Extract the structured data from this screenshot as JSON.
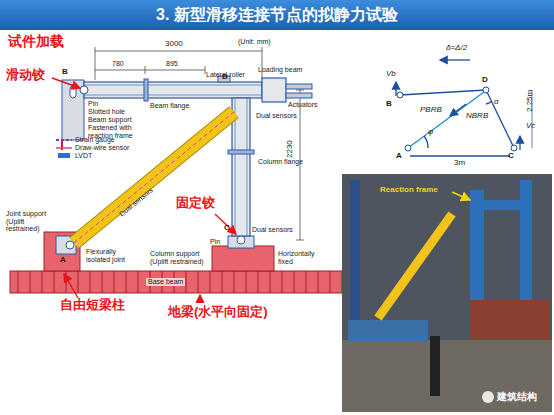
{
  "diagram": {
    "title": "3. 新型滑移连接节点的拟静力试验",
    "labels": [
      "试件加载",
      "(Unit: mm)",
      "3000",
      "780",
      "895",
      "Lateral roller",
      "Loading beam",
      "Actuators",
      "D",
      "滑动铰",
      "B",
      "Pin",
      "Slotted hole",
      "Beam support",
      "Fastened with reaction frame",
      "Beam flange",
      "Dual sensors",
      "Column flange",
      "Joint support (Uplift restrained)",
      "A",
      "Dual sensors",
      "Flexurally isolated joint",
      "固定铰",
      "Pin",
      "C",
      "Dual sensors",
      "Column support (Uplift restrained)",
      "Horizontally fixed",
      "2230",
      "Base beam",
      "自由短梁柱",
      "地梁(水平向固定)",
      "Vb",
      "B",
      "δ=Δ/2",
      "D",
      "2.25m",
      "PBRB",
      "NBRB",
      "φ",
      "α",
      "A",
      "C",
      "Vc",
      "3m",
      "Reaction frame",
      "建筑结构"
    ],
    "legend": [
      {
        "text": "Strain gauge"
      },
      {
        "text": "Draw-wire sensor"
      },
      {
        "text": "LVDT"
      }
    ]
  }
}
